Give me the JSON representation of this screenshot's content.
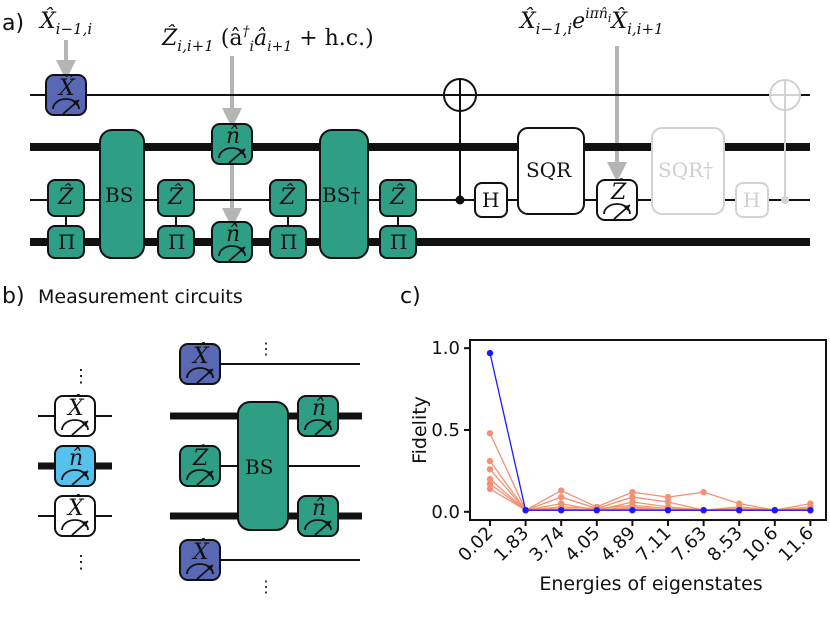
{
  "panels": {
    "a": "a)",
    "b": "b)",
    "c": "c)"
  },
  "panel_a": {
    "annotations": [
      "X̂ i−1,i",
      "Ẑ i,i+1 (â†i âi+1 + h.c.)",
      "X̂ i−1,i e^{iπ n̂ i} X̂ i,i+1"
    ],
    "gates": {
      "beam_splitter": "BS",
      "beam_splitter_dagger": "BS†",
      "hadamard": "H",
      "sqr": "SQR",
      "sqr_dagger": "SQR†",
      "parity": "Π",
      "number_measurement": "n̂",
      "z_measurement": "Ẑ",
      "x_measurement": "X̂"
    }
  },
  "panel_b": {
    "title": "Measurement circuits",
    "ellipsis": "⋮"
  },
  "colors": {
    "teal": "#2e9e85",
    "dark_blue": "#5868b4",
    "light_blue": "#55c1ec",
    "gray": "#b5b5b5",
    "faded": "#d2d2d2",
    "salmon": "#f39075",
    "blue_series": "#1a1aff"
  },
  "chart_data": {
    "type": "line",
    "xlabel": "Energies of eigenstates",
    "ylabel": "Fidelity",
    "categories": [
      "0.02",
      "1.83",
      "3.74",
      "4.05",
      "4.89",
      "7.11",
      "7.63",
      "8.53",
      "10.6",
      "11.6"
    ],
    "yticks": [
      "0.0",
      "0.5",
      "1.0"
    ],
    "ylim": [
      -0.05,
      1.05
    ],
    "grid": false,
    "series": [
      {
        "values": [
          0.97,
          0.01,
          0.01,
          0.01,
          0.01,
          0.01,
          0.01,
          0.01,
          0.01,
          0.01
        ],
        "color": "#1a1aff"
      },
      {
        "values": [
          0.48,
          0.01,
          0.13,
          0.03,
          0.12,
          0.09,
          0.12,
          0.05,
          0.01,
          0.05
        ],
        "color": "#f39075"
      },
      {
        "values": [
          0.31,
          0.01,
          0.09,
          0.02,
          0.09,
          0.06,
          0.01,
          0.03,
          0.01,
          0.03
        ],
        "color": "#f39075"
      },
      {
        "values": [
          0.26,
          0.01,
          0.05,
          0.01,
          0.06,
          0.03,
          0.01,
          0.02,
          0.01,
          0.02
        ],
        "color": "#f39075"
      },
      {
        "values": [
          0.2,
          0.01,
          0.03,
          0.02,
          0.04,
          0.02,
          0.01,
          0.01,
          0.01,
          0.01
        ],
        "color": "#f39075"
      },
      {
        "values": [
          0.17,
          0.01,
          0.02,
          0.01,
          0.03,
          0.01,
          0.01,
          0.01,
          0.01,
          0.01
        ],
        "color": "#f39075"
      },
      {
        "values": [
          0.14,
          0.01,
          0.01,
          0.01,
          0.02,
          0.01,
          0.01,
          0.01,
          0.01,
          0.01
        ],
        "color": "#f39075"
      }
    ]
  }
}
